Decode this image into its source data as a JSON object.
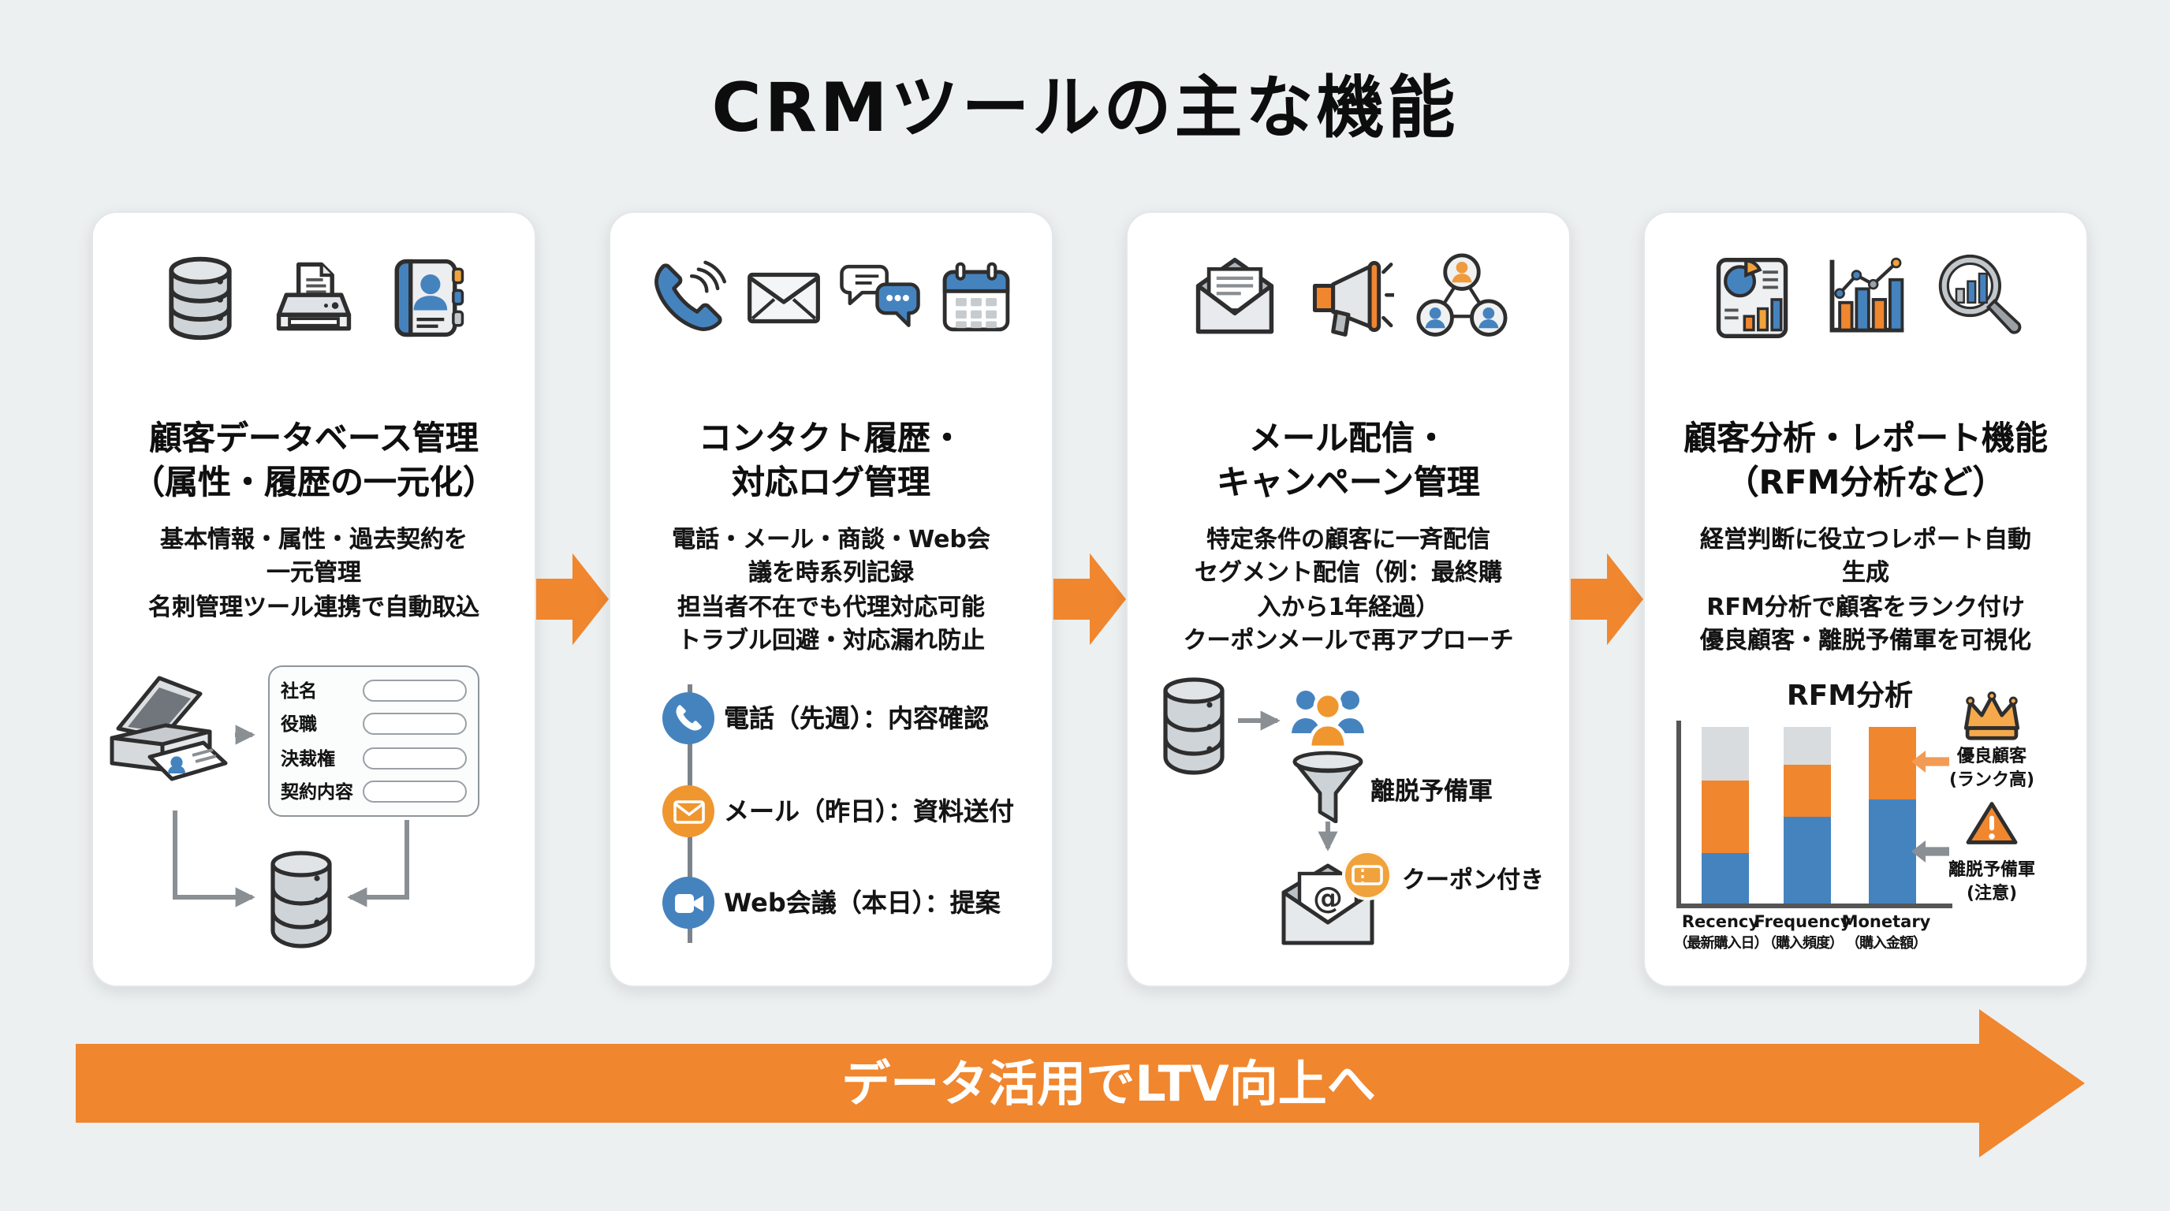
{
  "page": {
    "title": "CRMツールの主な機能",
    "bottom_arrow_label": "データ活用でLTV向上へ",
    "background_color": "#edf0f1",
    "accent_orange": "#F0862E",
    "accent_blue": "#4583BF"
  },
  "cards": [
    {
      "icons": [
        "database-icon",
        "printer-icon",
        "contact-book-icon"
      ],
      "title": "顧客データベース管理\n（属性・履歴の一元化）",
      "body": "基本情報・属性・過去契約を\n一元管理\n名刺管理ツール連携で自動取込",
      "form": {
        "fields": [
          "社名",
          "役職",
          "決裁権",
          "契約内容"
        ]
      }
    },
    {
      "icons": [
        "phone-icon",
        "mail-icon",
        "chat-icon",
        "calendar-icon"
      ],
      "title": "コンタクト履歴・\n対応ログ管理",
      "body": "電話・メール・商談・Web会\n議を時系列記録\n担当者不在でも代理対応可能\nトラブル回避・対応漏れ防止",
      "timeline": [
        {
          "icon": "phone-icon",
          "color": "#4583BF",
          "label": "電話（先週）：内容確認"
        },
        {
          "icon": "mail-icon",
          "color": "#F0962E",
          "label": "メール（昨日）：資料送付"
        },
        {
          "icon": "video-icon",
          "color": "#4583BF",
          "label": "Web会議（本日）：提案"
        }
      ]
    },
    {
      "icons": [
        "open-mail-icon",
        "megaphone-icon",
        "people-network-icon"
      ],
      "title": "メール配信・\nキャンペーン管理",
      "body": "特定条件の顧客に一斉配信\nセグメント配信（例：最終購\n入から1年経過）\nクーポンメールで再アプローチ",
      "flow": {
        "funnel_label": "離脱予備軍",
        "coupon_label": "クーポン付き"
      }
    },
    {
      "icons": [
        "report-icon",
        "chart-icon",
        "magnifier-icon"
      ],
      "title": "顧客分析・レポート機能\n（RFM分析など）",
      "body": "経営判断に役立つレポート自動\n生成\nRFM分析で顧客をランク付け\n優良顧客・離脱予備軍を可視化",
      "rfm": {
        "title": "RFM分析",
        "categories": [
          {
            "en": "Recency",
            "ja": "（最新購入日）"
          },
          {
            "en": "Frequency",
            "ja": "（購入頻度）"
          },
          {
            "en": "Monetary",
            "ja": "（購入金額）"
          }
        ],
        "annotations": {
          "top": "優良顧客\n(ランク高)",
          "bottom": "離脱予備軍\n(注意)"
        }
      }
    }
  ],
  "chart_data": {
    "type": "bar",
    "stacked": true,
    "title": "RFM分析",
    "categories": [
      "Recency（最新購入日）",
      "Frequency（購入頻度）",
      "Monetary（購入金額）"
    ],
    "series": [
      {
        "name": "lower-blue-segment",
        "color": "#4583BF",
        "values": [
          29,
          49,
          59
        ]
      },
      {
        "name": "middle-orange-segment",
        "color": "#F0862E",
        "values": [
          41,
          30,
          41
        ]
      },
      {
        "name": "top-gray-segment",
        "color": "#D9DCDF",
        "values": [
          30,
          21,
          0
        ]
      }
    ],
    "ylim": [
      0,
      100
    ],
    "unit": "percent of bar height",
    "legend": "off",
    "grid": "off"
  }
}
